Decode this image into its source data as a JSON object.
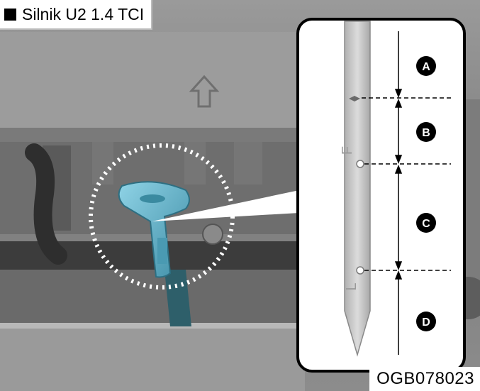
{
  "title": "Silnik U2 1.4 TCI",
  "figure_code": "OGB078023",
  "dipstick_marks": {
    "full": "F",
    "low": "L"
  },
  "ranges": [
    {
      "letter": "A"
    },
    {
      "letter": "B"
    },
    {
      "letter": "C"
    },
    {
      "letter": "D"
    }
  ],
  "colors": {
    "dipstick_handle": "#5ab0c8",
    "background_gray": "#8a8a8a"
  }
}
